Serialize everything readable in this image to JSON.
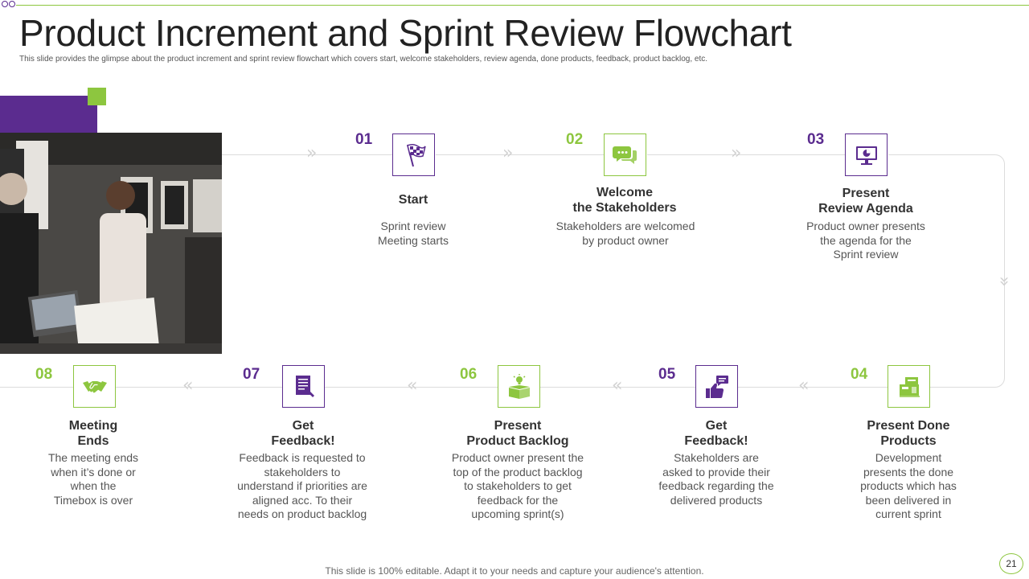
{
  "header": {
    "title": "Product Increment and Sprint Review Flowchart",
    "subtitle": "This slide provides the glimpse about the product increment and sprint review flowchart which covers start, welcome stakeholders, review agenda, done products, feedback, product backlog, etc."
  },
  "colors": {
    "accent_purple": "#5b2c8f",
    "accent_green": "#8dc63f"
  },
  "steps": [
    {
      "number": "01",
      "title": "Start",
      "description": "Sprint review\nMeeting starts",
      "icon": "checkered-flag-icon",
      "color": "purple"
    },
    {
      "number": "02",
      "title": "Welcome\nthe Stakeholders",
      "description": "Stakeholders are welcomed\nby product owner",
      "icon": "chat-bubbles-icon",
      "color": "green"
    },
    {
      "number": "03",
      "title": "Present\nReview Agenda",
      "description": "Product owner presents\nthe agenda for the\nSprint review",
      "icon": "presentation-monitor-icon",
      "color": "purple"
    },
    {
      "number": "04",
      "title": "Present Done\nProducts",
      "description": "Development\npresents the done\nproducts which has\nbeen delivered in\ncurrent sprint",
      "icon": "product-boxes-icon",
      "color": "green"
    },
    {
      "number": "05",
      "title": "Get\nFeedback!",
      "description": "Stakeholders are\nasked to provide their\nfeedback regarding the\ndelivered products",
      "icon": "thumbs-up-message-icon",
      "color": "purple"
    },
    {
      "number": "06",
      "title": "Present\nProduct Backlog",
      "description": "Product owner present the\ntop of the product backlog\nto stakeholders to get\nfeedback for the\nupcoming sprint(s)",
      "icon": "idea-box-icon",
      "color": "green"
    },
    {
      "number": "07",
      "title": "Get\nFeedback!",
      "description": "Feedback is requested to\nstakeholders to\nunderstand if priorities are\naligned acc. To their\nneeds on product backlog",
      "icon": "feedback-form-icon",
      "color": "purple"
    },
    {
      "number": "08",
      "title": "Meeting\nEnds",
      "description": "The meeting ends\nwhen it’s done or\nwhen the\nTimebox is over",
      "icon": "handshake-icon",
      "color": "green"
    }
  ],
  "footer": {
    "note": "This slide is 100% editable. Adapt it to your needs and capture your audience's attention.",
    "page_number": "21"
  }
}
